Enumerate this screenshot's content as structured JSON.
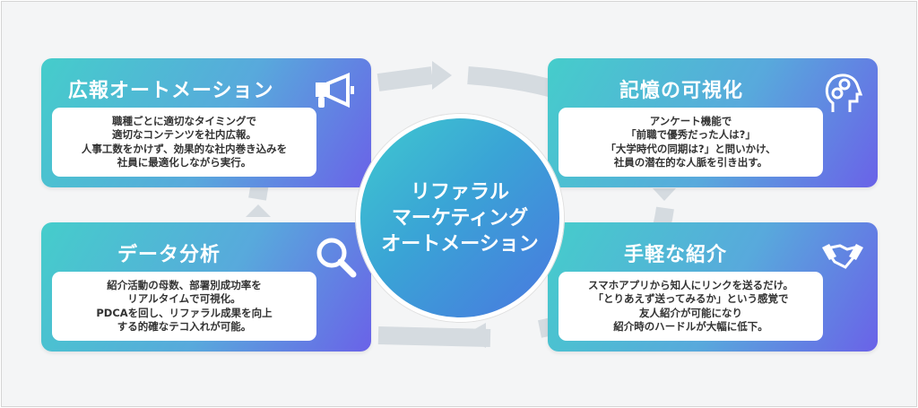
{
  "center": {
    "lines": [
      "リファラル",
      "マーケティング",
      "オートメーション"
    ]
  },
  "cards": [
    {
      "title": "広報オートメーション",
      "icon": "megaphone-icon",
      "lines": [
        "職種ごとに適切なタイミングで",
        "適切なコンテンツを社内広報。",
        "人事工数をかけず、効果的な社内巻き込みを",
        "社員に最適化しながら実行。"
      ]
    },
    {
      "title": "記憶の可視化",
      "icon": "head-gears-icon",
      "lines": [
        "アンケート機能で",
        "「前職で優秀だった人は?」",
        "「大学時代の同期は?」と問いかけ、",
        "社員の潜在的な人脈を引き出す。"
      ]
    },
    {
      "title": "データ分析",
      "icon": "magnifier-icon",
      "lines": [
        "紹介活動の母数、部署別成功率を",
        "リアルタイムで可視化。",
        "PDCAを回し、リファラル成果を向上",
        "する的確なテコ入れが可能。"
      ]
    },
    {
      "title": "手軽な紹介",
      "icon": "handshake-icon",
      "lines": [
        "スマホアプリから知人にリンクを送るだけ。",
        "「とりあえず送ってみるか」という感覚で",
        "友人紹介が可能になり",
        "紹介時のハードルが大幅に低下。"
      ]
    }
  ],
  "colors": {
    "gradient_start": "#45cdcb",
    "gradient_end": "#6a62e8",
    "arrow": "#d3d9de",
    "background": "#f4f5f6"
  }
}
